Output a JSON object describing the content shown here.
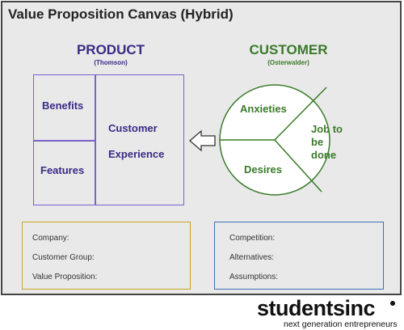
{
  "title": "Value Proposition Canvas (Hybrid)",
  "product": {
    "heading": "PRODUCT",
    "subheading": "(Thomson)",
    "benefits": "Benefits",
    "features": "Features",
    "customer_experience_line1": "Customer",
    "customer_experience_line2": "Experience",
    "color": "#7a62c9"
  },
  "customer": {
    "heading": "CUSTOMER",
    "subheading": "(Osterwalder)",
    "anxieties": "Anxieties",
    "desires": "Desires",
    "job_line1": "Job to",
    "job_line2": "be",
    "job_line3": "done",
    "color": "#3a7a2a"
  },
  "arrow_icon": "arrow-left-icon",
  "left_panel": {
    "color": "#c9a227",
    "fields": [
      "Company:",
      "Customer Group:",
      "Value Proposition:"
    ]
  },
  "right_panel": {
    "color": "#3f6fb4",
    "fields": [
      "Competition:",
      "Alternatives:",
      "Assumptions:"
    ]
  },
  "brand": {
    "name": "studentsinc",
    "tagline": "next generation entrepreneurs"
  }
}
